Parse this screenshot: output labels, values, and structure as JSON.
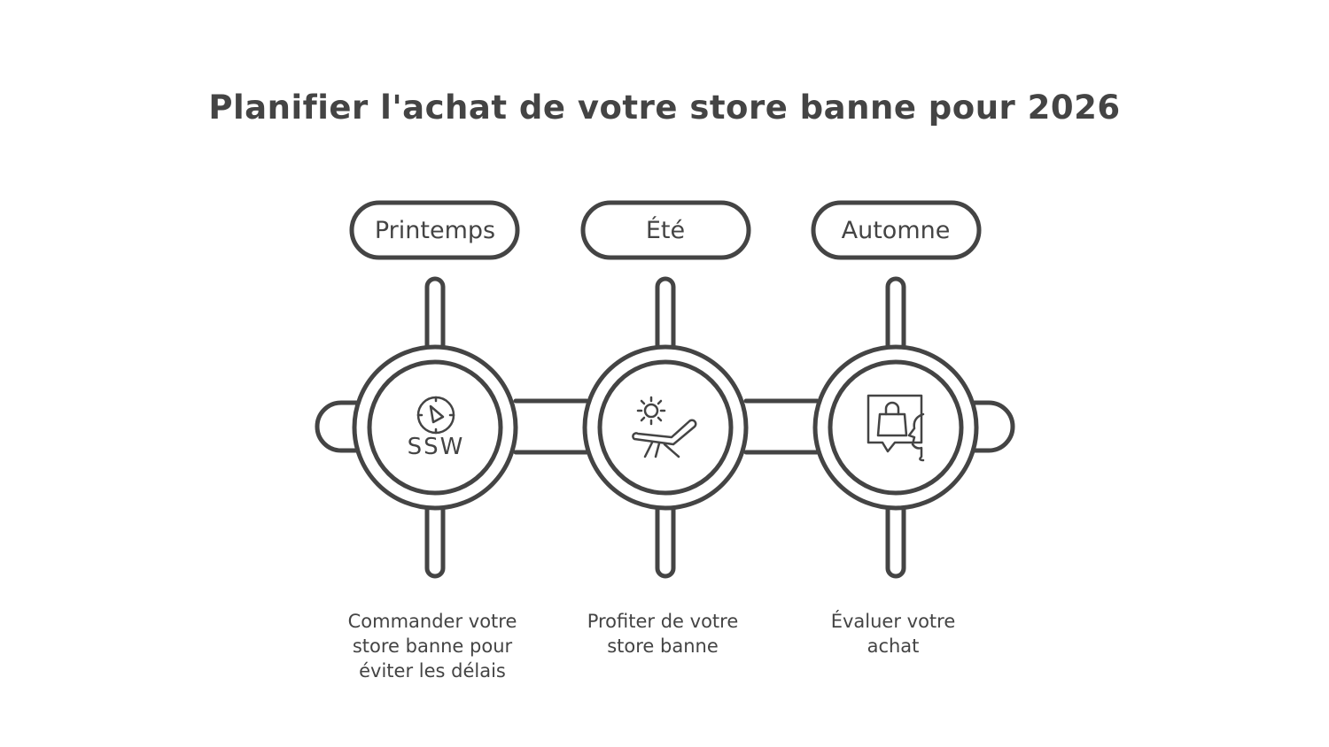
{
  "title": "Planifier l'achat de votre store banne pour 2026",
  "stages": [
    {
      "season": "Printemps",
      "icon": "compass-icon",
      "icon_text": "SSW",
      "description": "Commander votre store banne pour éviter les délais"
    },
    {
      "season": "Été",
      "icon": "sun-lounger-icon",
      "description": "Profiter de votre store banne"
    },
    {
      "season": "Automne",
      "icon": "shopping-feedback-icon",
      "description": "Évaluer votre achat"
    }
  ],
  "colors": {
    "stroke": "#444444",
    "background": "#ffffff"
  }
}
